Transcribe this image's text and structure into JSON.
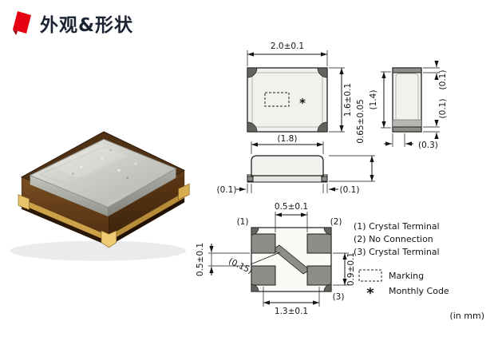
{
  "header": {
    "title": "外观&形状"
  },
  "colors": {
    "accent_red": "#e60012"
  },
  "views": {
    "top": {
      "width_dim": "2.0±0.1",
      "height_dim": "1.6±0.1",
      "thickness_dim": "0.65±0.05",
      "monthly_code_symbol": "*"
    },
    "front": {
      "lid_length_dim": "(1.8)",
      "left_margin_dim": "(0.1)",
      "right_margin_dim": "(0.1)"
    },
    "end": {
      "top_margin_dim": "(0.1)",
      "bottom_margin_dim": "(0.1)",
      "lid_width_dim": "(1.4)",
      "terminal_dim": "(0.3)"
    },
    "bottom": {
      "pad_gap_h_dim": "0.5±0.1",
      "pad_gap_v_dim": "0.5±0.1",
      "slot_width_dim": "(0.15)",
      "pad_height_dim": "0.9±0.1",
      "pad_pitch_dim": "1.3±0.1",
      "pin1_label": "(1)",
      "pin2_label": "(2)",
      "pin3_label": "(3)"
    }
  },
  "legend": {
    "terminals": [
      {
        "label": "(1) Crystal Terminal"
      },
      {
        "label": "(2) No Connection"
      },
      {
        "label": "(3) Crystal Terminal"
      }
    ],
    "marking_label": "Marking",
    "monthly_code_symbol": "*",
    "monthly_code_label": "Monthly Code",
    "units_note": "(in mm)"
  }
}
